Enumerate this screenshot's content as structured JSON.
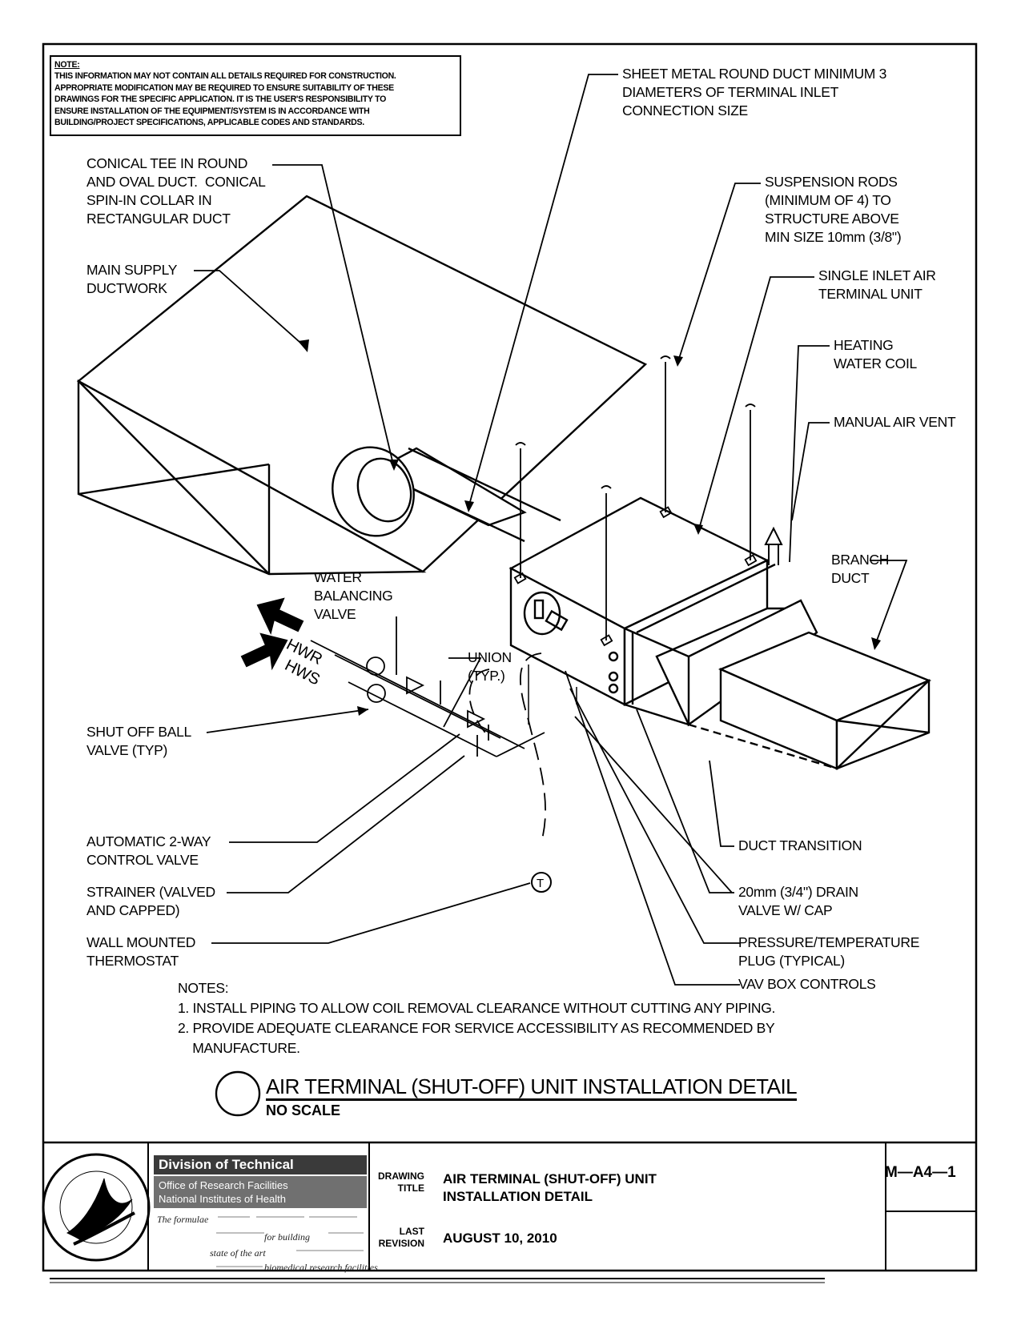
{
  "note_box": {
    "heading": "NOTE:",
    "lines": [
      "THIS INFORMATION MAY NOT CONTAIN ALL DETAILS REQUIRED FOR CONSTRUCTION.",
      "APPROPRIATE MODIFICATION MAY BE REQUIRED TO ENSURE SUITABILITY OF THESE",
      "DRAWINGS FOR THE SPECIFIC APPLICATION.  IT IS THE USER'S RESPONSIBILITY TO",
      "ENSURE INSTALLATION OF THE EQUIPMENT/SYSTEM IS IN ACCORDANCE WITH",
      "BUILDING/PROJECT SPECIFICATIONS, APPLICABLE CODES AND STANDARDS."
    ]
  },
  "labels": {
    "conical_tee": "CONICAL TEE IN ROUND\nAND OVAL DUCT.  CONICAL\nSPIN-IN COLLAR IN\nRECTANGULAR DUCT",
    "main_supply": "MAIN SUPPLY\nDUCTWORK",
    "sheet_metal": "SHEET METAL ROUND DUCT MINIMUM 3\nDIAMETERS OF TERMINAL INLET\nCONNECTION SIZE",
    "suspension": "SUSPENSION RODS\n(MINIMUM OF 4) TO\nSTRUCTURE ABOVE\nMIN SIZE 10mm (3/8\")",
    "single_inlet": "SINGLE INLET AIR\nTERMINAL UNIT",
    "heating_coil": "HEATING\nWATER COIL",
    "manual_vent": "MANUAL AIR VENT",
    "branch_duct": "BRANCH\nDUCT",
    "water_balancing": "WATER\nBALANCING\nVALVE",
    "union": "UNION\n(TYP.)",
    "hwr": "HWR",
    "hws": "HWS",
    "shut_off": "SHUT OFF BALL\nVALVE (TYP)",
    "auto_valve": "AUTOMATIC 2-WAY\nCONTROL VALVE",
    "strainer": "STRAINER (VALVED\nAND CAPPED)",
    "thermostat": "WALL MOUNTED\nTHERMOSTAT",
    "duct_transition": "DUCT TRANSITION",
    "drain_valve": "20mm (3/4\") DRAIN\nVALVE W/ CAP",
    "pt_plug": "PRESSURE/TEMPERATURE\nPLUG (TYPICAL)",
    "vav_controls": "VAV BOX CONTROLS",
    "thermostat_symbol": "T"
  },
  "notes": {
    "heading": "NOTES:",
    "items": [
      "1. INSTALL PIPING TO ALLOW COIL REMOVAL CLEARANCE WITHOUT CUTTING ANY PIPING.",
      "2. PROVIDE ADEQUATE CLEARANCE FOR SERVICE ACCESSIBILITY AS RECOMMENDED BY",
      "    MANUFACTURE."
    ]
  },
  "detail_title": {
    "main": "AIR TERMINAL (SHUT-OFF) UNIT INSTALLATION DETAIL",
    "scale": "NO SCALE"
  },
  "title_block": {
    "org_name": "Division of Technical Resources",
    "org_sub1": "Office of Research Facilities",
    "org_sub2": "National Institutes of Health",
    "tagline_1": "The formulae",
    "tagline_2": "for building",
    "tagline_3": "state of the art",
    "tagline_4": "biomedical research facilities.",
    "drawing_title_label": "DRAWING\nTITLE",
    "drawing_title": "AIR TERMINAL (SHUT-OFF) UNIT\nINSTALLATION DETAIL",
    "last_revision_label": "LAST\nREVISION",
    "last_revision": "AUGUST 10, 2010",
    "sheet_number": "M—A4—1"
  }
}
